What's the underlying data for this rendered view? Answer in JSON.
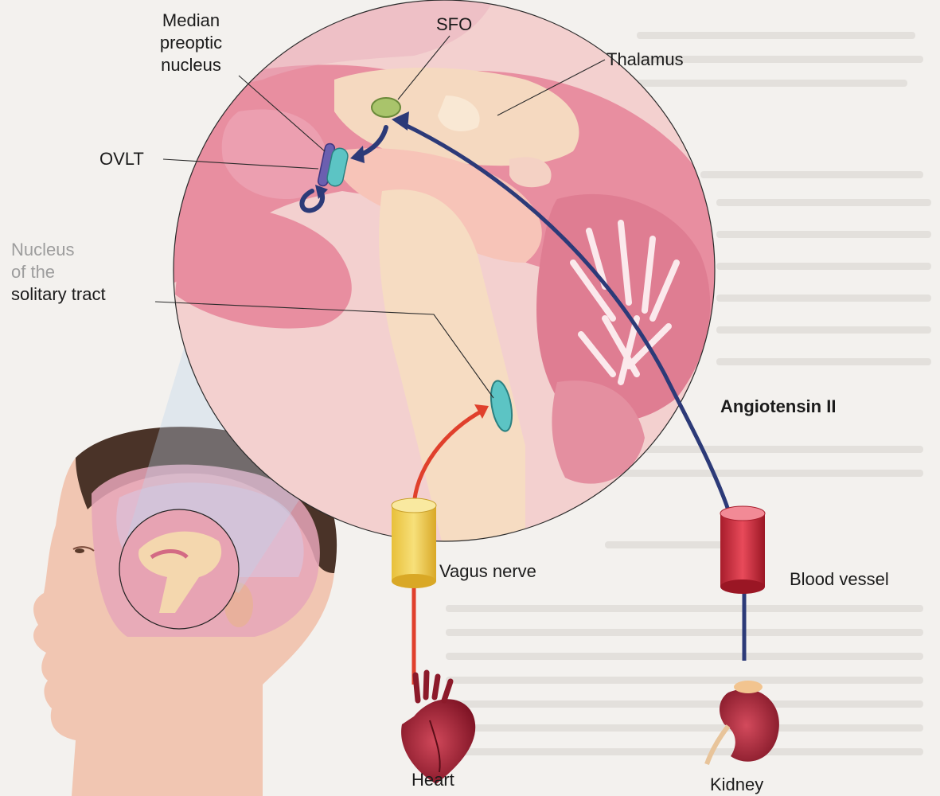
{
  "labels": {
    "median_preoptic": [
      "Median",
      "preoptic",
      "nucleus"
    ],
    "sfo": "SFO",
    "thalamus": "Thalamus",
    "ovlt": "OVLT",
    "nts": [
      "Nucleus",
      "of the",
      "solitary tract"
    ],
    "angiotensin": "Angiotensin II",
    "vagus": "Vagus nerve",
    "blood_vessel": "Blood vessel",
    "heart": "Heart",
    "kidney": "Kidney"
  },
  "colors": {
    "angiotensin_pathway": "#2c3a78",
    "vagus_pathway": "#e0402c",
    "brain_pink": "#e58a9c",
    "brainstem": "#f6dcc2",
    "nucleus_green": "#a9c46b",
    "nucleus_teal": "#5cc4c4"
  },
  "icons": {
    "heart": "heart-icon",
    "kidney": "kidney-icon",
    "head": "head-profile-icon"
  }
}
